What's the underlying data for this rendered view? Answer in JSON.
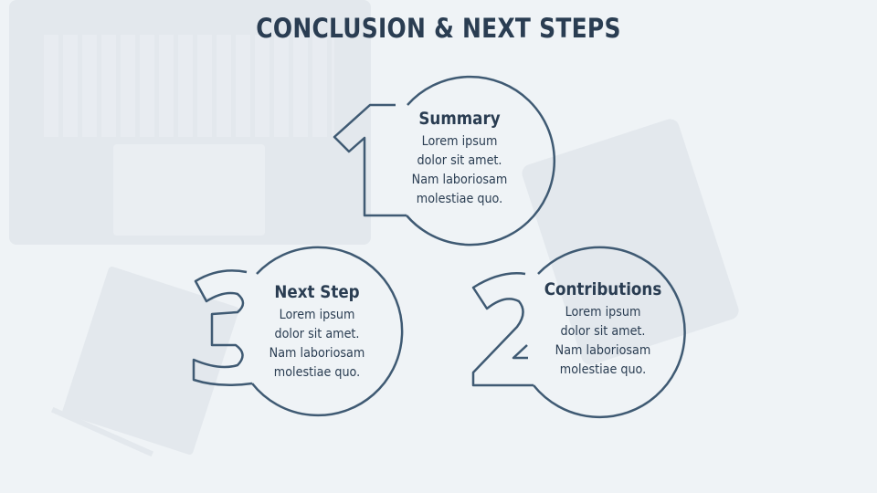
{
  "slide": {
    "title": "CONCLUSION & NEXT STEPS",
    "steps": [
      {
        "number": "1",
        "title": "Summary",
        "lines": [
          "Lorem ipsum",
          "dolor sit amet.",
          "Nam laboriosam",
          "molestiae quo."
        ]
      },
      {
        "number": "2",
        "title": "Contributions",
        "lines": [
          "Lorem ipsum",
          "dolor sit amet.",
          "Nam laboriosam",
          "molestiae quo."
        ]
      },
      {
        "number": "3",
        "title": "Next Step",
        "lines": [
          "Lorem ipsum",
          "dolor sit amet.",
          "Nam laboriosam",
          "molestiae quo."
        ]
      }
    ]
  },
  "colors": {
    "accent": "#3f5a73",
    "text": "#2a3d52",
    "background": "#eff3f6"
  }
}
